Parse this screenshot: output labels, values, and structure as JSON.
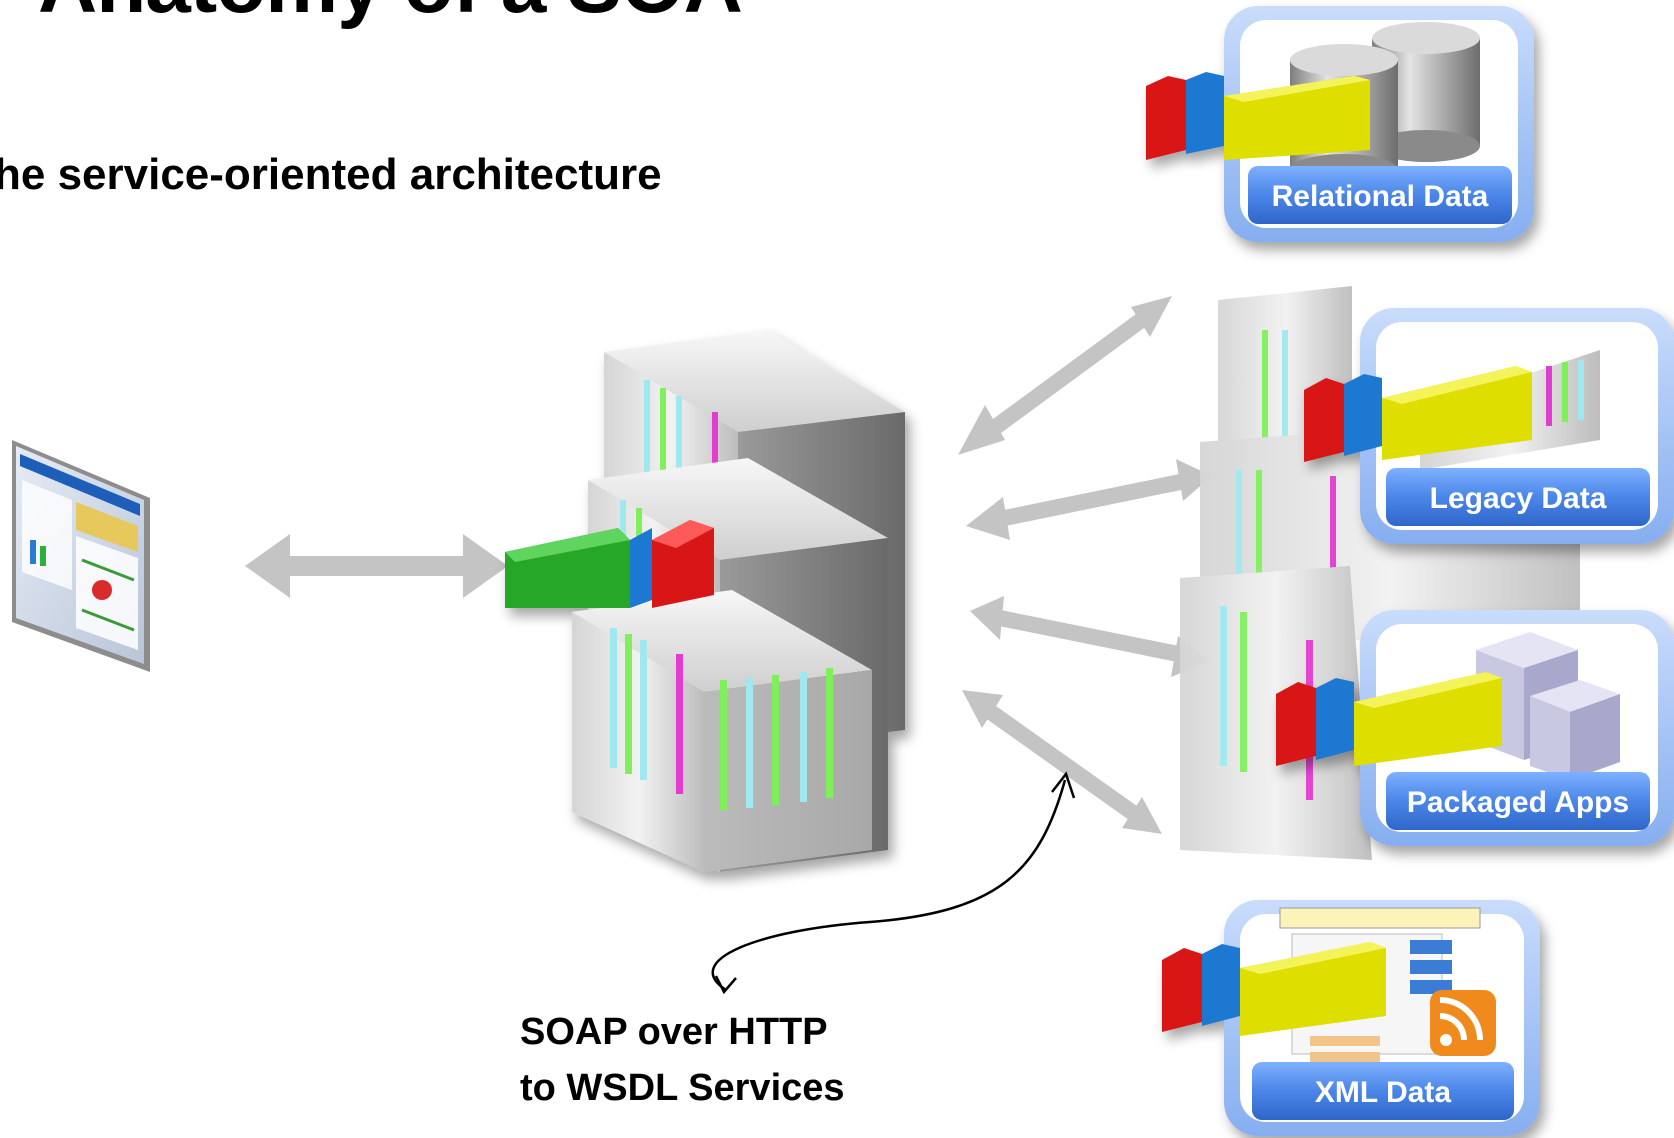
{
  "title": "Anatomy of a SOA",
  "subtitle": "he service-oriented architecture",
  "caption": {
    "line1": "SOAP over HTTP",
    "line2": "to WSDL Services"
  },
  "data_sources": [
    {
      "label": "Relational Data",
      "icon": "database-cylinders-icon"
    },
    {
      "label": "Legacy Data",
      "icon": "mainframe-icon"
    },
    {
      "label": "Packaged Apps",
      "icon": "server-stack-icon"
    },
    {
      "label": "XML Data",
      "icon": "xml-document-icon"
    }
  ],
  "colors": {
    "arrow": "#c4c4c4",
    "service_red": "#d81818",
    "service_blue": "#1f78d0",
    "service_yellow": "#dede00",
    "service_green": "#27a827",
    "label_bg": "#4a86e8",
    "frame": "#a9c6f4",
    "server_bar_green": "#7ff05a",
    "server_bar_cyan": "#9fe8ef",
    "server_bar_magenta": "#e23ccf"
  }
}
